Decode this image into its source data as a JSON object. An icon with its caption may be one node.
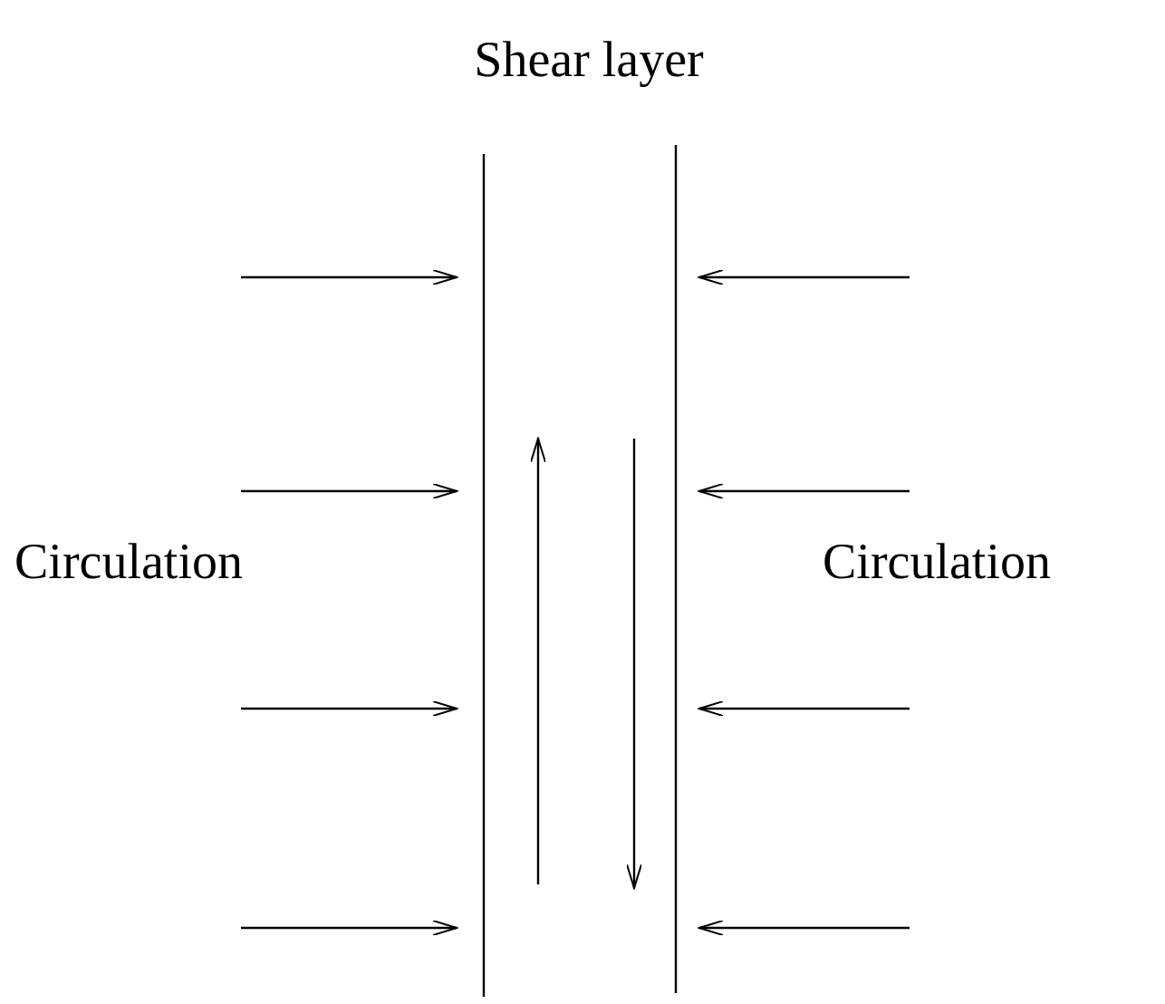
{
  "diagram": {
    "labels": [
      "Shear layer",
      "Circulation",
      "Circulation"
    ]
  }
}
